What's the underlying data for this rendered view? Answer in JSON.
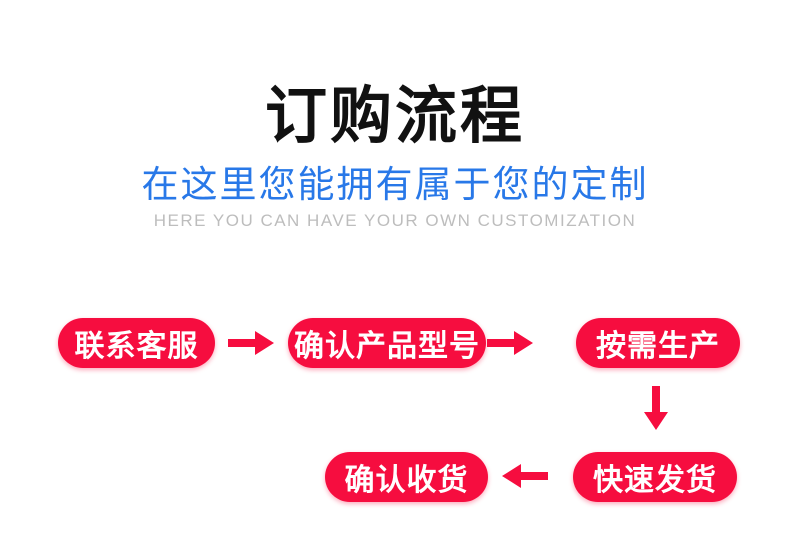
{
  "header": {
    "title": "订购流程",
    "subtitle": "在这里您能拥有属于您的定制",
    "subtitle_en": "HERE YOU CAN HAVE YOUR OWN CUSTOMIZATION"
  },
  "flow": {
    "steps": [
      {
        "id": "contact",
        "label": "联系客服"
      },
      {
        "id": "confirm-model",
        "label": "确认产品型号"
      },
      {
        "id": "produce",
        "label": "按需生产"
      },
      {
        "id": "ship",
        "label": "快速发货"
      },
      {
        "id": "receive",
        "label": "确认收货"
      }
    ],
    "arrows": [
      "right",
      "right",
      "down",
      "left"
    ]
  },
  "colors": {
    "accent_red": "#F60D3F",
    "subtitle_blue": "#2878E8",
    "title_black": "#111111",
    "caption_gray": "#BDBDBD"
  }
}
